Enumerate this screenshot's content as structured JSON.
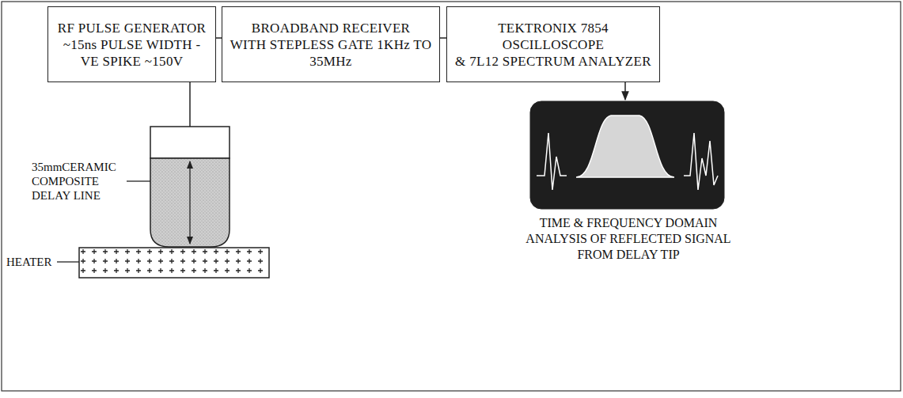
{
  "diagram": {
    "nodes": [
      {
        "text": [
          "RF PULSE GENERATOR",
          "~15ns PULSE WIDTH -VE SPIKE ~150V"
        ]
      },
      {
        "text": [
          "BROADBAND RECEIVER",
          "WITH STEPLESS GATE 1KHz TO 35MHz"
        ]
      },
      {
        "text": [
          "TEKTRONIX 7854 OSCILLOSCOPE",
          "& 7L12 SPECTRUM ANALYZER"
        ]
      }
    ],
    "edges": [
      {
        "from": 0,
        "to": 1,
        "arrow": "none"
      },
      {
        "from": 1,
        "to": 2,
        "arrow": "none"
      }
    ],
    "labels": [
      "35mmCERAMIC COMPOSITE DELAY LINE",
      "HEATER",
      "TIME & FREQUENCY DOMAIN ANALYSIS OF REFLECTED SIGNAL FROM DELAY TIP"
    ]
  }
}
